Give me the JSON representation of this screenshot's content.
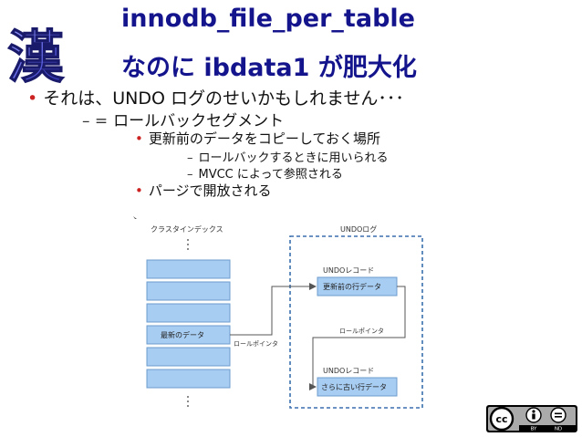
{
  "slide": {
    "title_line1": "innodb_file_per_table",
    "title_line2": "なのに ibdata1 が肥大化",
    "logo_char": "漢"
  },
  "bullets": {
    "l1": "それは、UNDO ログのせいかもしれません･･･",
    "l2_marker": "– =",
    "l2": "ロールバックセグメント",
    "l3a": "更新前のデータをコピーしておく場所",
    "l4a": "ロールバックするときに用いられる",
    "l4b": "MVCC によって参照される",
    "l3b": "パージで開放される"
  },
  "diagram": {
    "index_label": "クラスタインデックス",
    "latest_label": "最新のデータ",
    "rollptr1": "ロールポインタ",
    "undo_log_label": "UNDOログ",
    "undo_rec1_label": "UNDOレコード",
    "undo_rec1_box": "更新前の行データ",
    "rollptr2": "ロールポインタ",
    "undo_rec2_label": "UNDOレコード",
    "undo_rec2_box": "さらに古い行データ",
    "colors": {
      "box_fill": "#a8cdf2",
      "box_stroke": "#6c9ccc",
      "dashed": "#3a6fae"
    }
  },
  "license": {
    "by": "BY",
    "nd": "ND"
  }
}
